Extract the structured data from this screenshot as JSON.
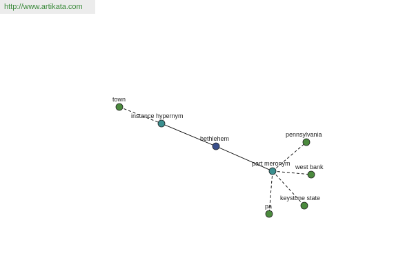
{
  "watermark": "http://www.artikata.com",
  "colors": {
    "word_node": "#4b8a3e",
    "relation_node": "#3b8f8f",
    "center_node": "#3a4f8a",
    "edge": "#000000",
    "watermark_text": "#3a8a3a"
  },
  "nodes": [
    {
      "id": "town",
      "label": "town",
      "kind": "word"
    },
    {
      "id": "instance_hypernym",
      "label": "instance hypernym",
      "kind": "relation"
    },
    {
      "id": "bethlehem",
      "label": "bethlehem",
      "kind": "center"
    },
    {
      "id": "part_meronym",
      "label": "part meronym",
      "kind": "relation"
    },
    {
      "id": "pennsylvania",
      "label": "pennsylvania",
      "kind": "word"
    },
    {
      "id": "west_bank",
      "label": "west bank",
      "kind": "word"
    },
    {
      "id": "keystone_state",
      "label": "keystone state",
      "kind": "word"
    },
    {
      "id": "pa",
      "label": "pa",
      "kind": "word"
    }
  ],
  "edges": [
    {
      "from": "town",
      "to": "instance_hypernym",
      "style": "dashed"
    },
    {
      "from": "instance_hypernym",
      "to": "bethlehem",
      "style": "solid"
    },
    {
      "from": "bethlehem",
      "to": "part_meronym",
      "style": "solid"
    },
    {
      "from": "part_meronym",
      "to": "pennsylvania",
      "style": "dashed"
    },
    {
      "from": "part_meronym",
      "to": "west_bank",
      "style": "dashed"
    },
    {
      "from": "part_meronym",
      "to": "keystone_state",
      "style": "dashed"
    },
    {
      "from": "part_meronym",
      "to": "pa",
      "style": "dashed"
    }
  ]
}
